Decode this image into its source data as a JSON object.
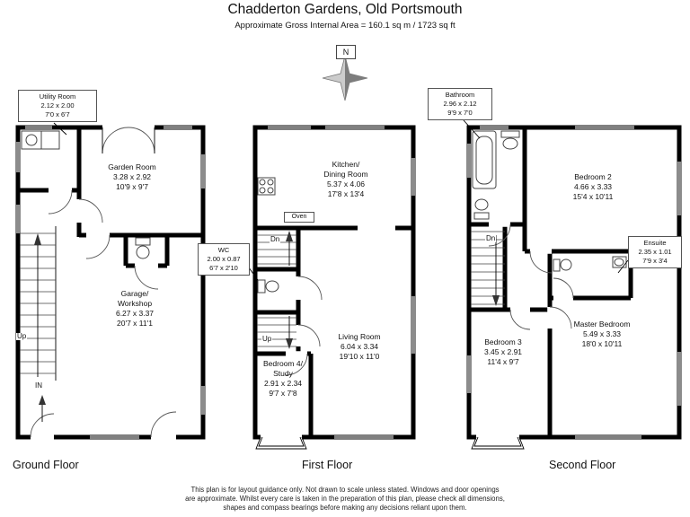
{
  "header": {
    "title": "Chadderton Gardens, Old Portsmouth",
    "subtitle": "Approximate Gross Internal Area = 160.1 sq m / 1723 sq ft"
  },
  "compass": {
    "north": "N"
  },
  "ground": {
    "floor_label": "Ground Floor",
    "utility": {
      "name": "Utility Room",
      "metric": "2.12 x 2.00",
      "imperial": "7'0 x 6'7"
    },
    "garden": {
      "name": "Garden Room",
      "metric": "3.28 x 2.92",
      "imperial": "10'9 x 9'7"
    },
    "garage": {
      "name1": "Garage/",
      "name2": "Workshop",
      "metric": "6.27 x 3.37",
      "imperial": "20'7 x 11'1"
    },
    "up": "Up",
    "entry": "IN"
  },
  "first": {
    "floor_label": "First Floor",
    "kitchen": {
      "name1": "Kitchen/",
      "name2": "Dining Room",
      "metric": "5.37 x 4.06",
      "imperial": "17'8 x 13'4"
    },
    "oven": "Oven",
    "wc": {
      "name": "WC",
      "metric": "2.00 x 0.87",
      "imperial": "6'7 x 2'10"
    },
    "living": {
      "name": "Living Room",
      "metric": "6.04 x 3.34",
      "imperial": "19'10 x 11'0"
    },
    "bedroom4": {
      "name1": "Bedroom 4/",
      "name2": "Study",
      "metric": "2.91 x 2.34",
      "imperial": "9'7 x 7'8"
    },
    "dn": "Dn",
    "up": "Up"
  },
  "second": {
    "floor_label": "Second Floor",
    "bathroom": {
      "name": "Bathroom",
      "metric": "2.96 x 2.12",
      "imperial": "9'9 x 7'0"
    },
    "bedroom2": {
      "name": "Bedroom 2",
      "metric": "4.66 x 3.33",
      "imperial": "15'4 x 10'11"
    },
    "ensuite": {
      "name": "Ensuite",
      "metric": "2.35 x 1.01",
      "imperial": "7'9 x 3'4"
    },
    "bedroom3": {
      "name": "Bedroom 3",
      "metric": "3.45 x 2.91",
      "imperial": "11'4 x 9'7"
    },
    "master": {
      "name": "Master Bedroom",
      "metric": "5.49 x 3.33",
      "imperial": "18'0 x 10'11"
    },
    "dn": "Dn"
  },
  "footer": {
    "line1": "This plan is for layout guidance only. Not drawn to scale unless stated. Windows and door openings",
    "line2": "are approximate. Whilst every care is taken in the preparation of this plan, please check all dimensions,",
    "line3": "shapes and compass bearings before making any decisions reliant upon them."
  }
}
